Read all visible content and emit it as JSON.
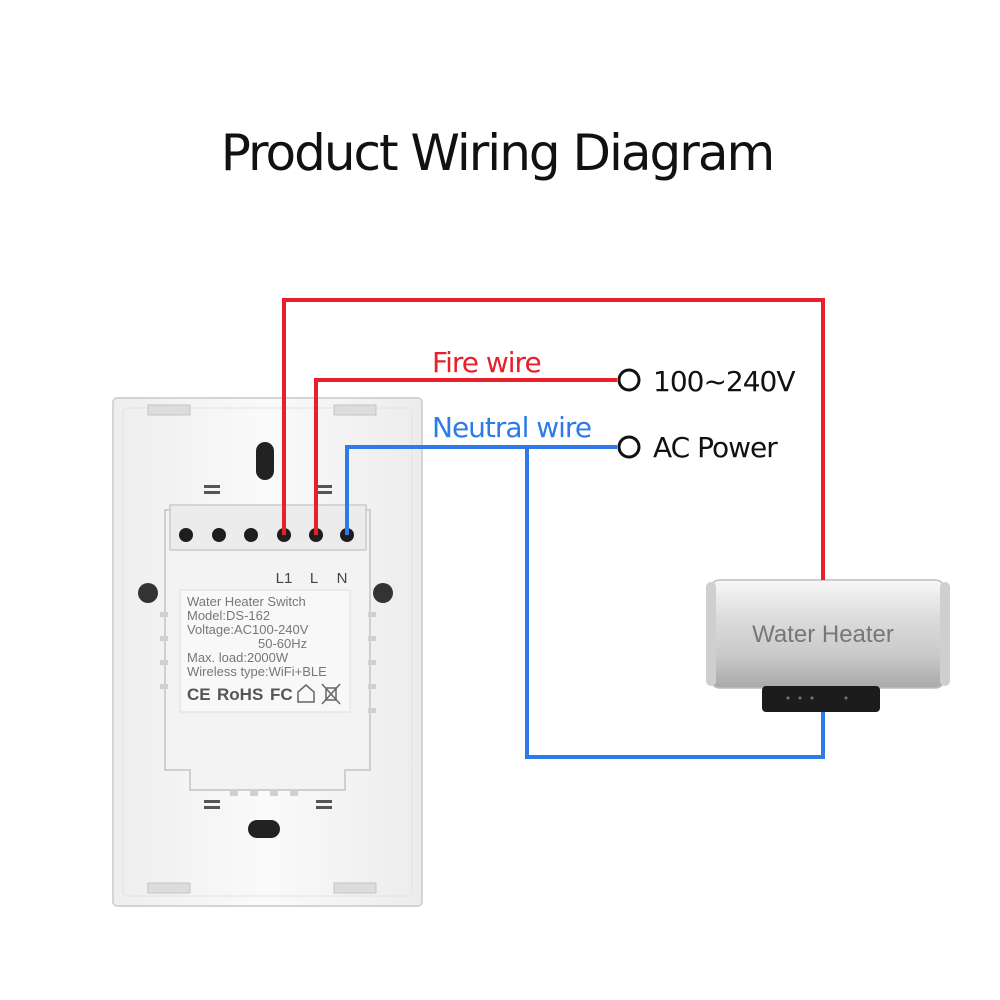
{
  "title": "Product Wiring Diagram",
  "colors": {
    "fire": "#e8202a",
    "neutral": "#2d7be6",
    "text": "#111111"
  },
  "wires": {
    "fire_label": "Fire wire",
    "neutral_label": "Neutral wire"
  },
  "power": {
    "voltage": "100~240V",
    "source": "AC Power"
  },
  "switch": {
    "terminals": {
      "l1": "L1",
      "l": "L",
      "n": "N"
    },
    "sticker": {
      "line1": "Water Heater Switch",
      "line2": "Model:DS-162",
      "line3": "Voltage:AC100-240V",
      "line4": "50-60Hz",
      "line5": "Max. load:2000W",
      "line6": "Wireless type:WiFi+BLE"
    },
    "certifications": {
      "ce": "CE",
      "rohs": "RoHS",
      "fc": "FC"
    }
  },
  "heater": {
    "label": "Water Heater"
  }
}
